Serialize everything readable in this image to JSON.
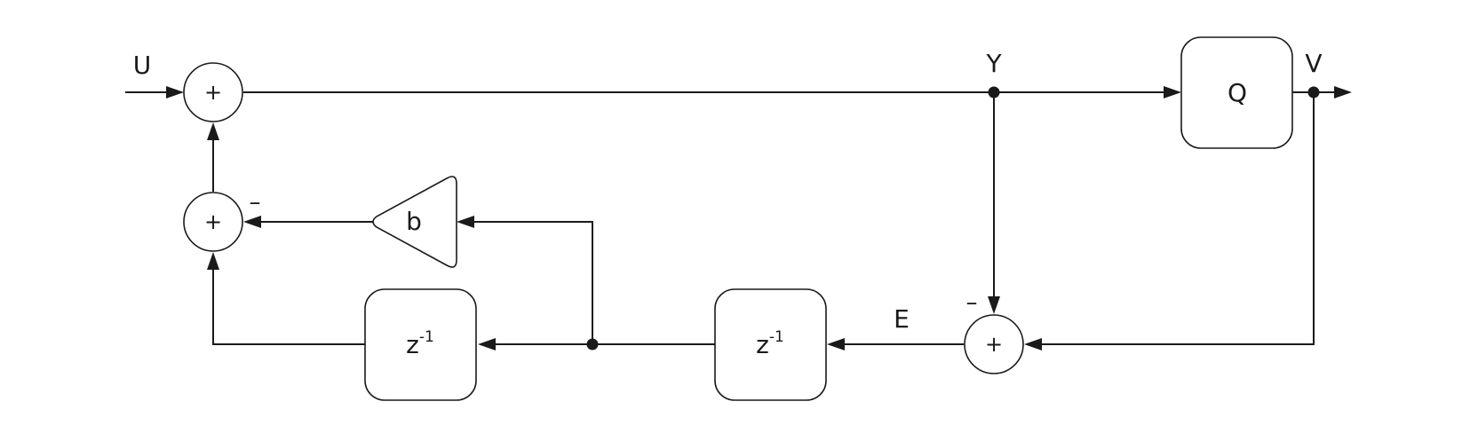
{
  "signals": {
    "u": "U",
    "y": "Y",
    "v": "V",
    "e": "E"
  },
  "blocks": {
    "quantizer": "Q",
    "gain": "b",
    "delay_left": {
      "base": "z",
      "exponent": "-1"
    },
    "delay_right": {
      "base": "z",
      "exponent": "-1"
    }
  },
  "summers": {
    "top": "+",
    "middle": "+",
    "error": "+"
  },
  "signs": {
    "middle_minus": "–",
    "error_minus": "–"
  }
}
